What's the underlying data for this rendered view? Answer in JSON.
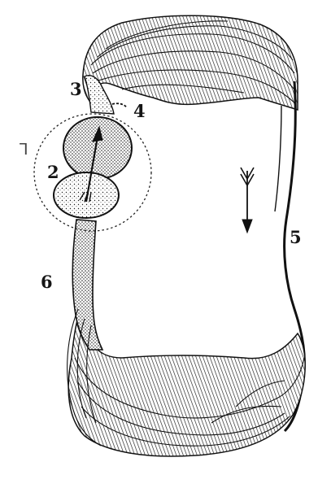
{
  "labels": {
    "label_1": "ᒣ",
    "label_2": "2",
    "label_3": "3",
    "label_4": "4",
    "label_5": "5",
    "label_6": "6"
  },
  "colors": {
    "ink": "#151515",
    "paper": "#ffffff"
  }
}
